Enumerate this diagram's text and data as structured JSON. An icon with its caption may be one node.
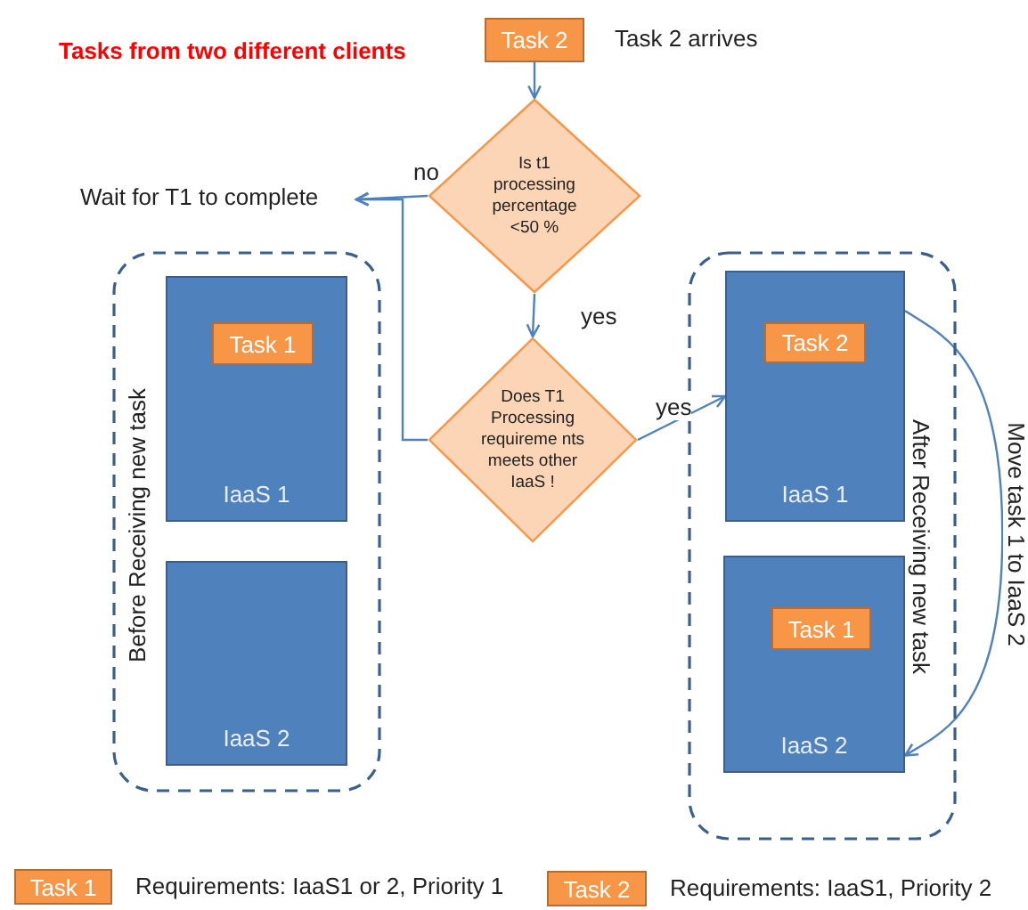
{
  "diagram": {
    "title": "Tasks from two different clients",
    "nodes": [
      {
        "text": [
          "Task 2"
        ],
        "beside": [
          "Task 2 arrives"
        ]
      },
      {
        "text": [
          "Is t1 processing percentage <50 %"
        ]
      },
      {
        "text": [
          "Wait for T1 to complete"
        ]
      },
      {
        "text": [
          "Does T1 Processing requireme nts meets other IaaS !"
        ]
      },
      {
        "text": [
          "Before Receiving new task"
        ]
      },
      {
        "text": [
          "IaaS 1"
        ],
        "in": 4
      },
      {
        "text": [
          "Task 1"
        ],
        "in": 5
      },
      {
        "text": [
          "IaaS 2"
        ],
        "in": 4
      },
      {
        "text": [
          "After Receiving new task"
        ]
      },
      {
        "text": [
          "IaaS 1"
        ],
        "in": 8
      },
      {
        "text": [
          "Task 2"
        ],
        "in": 9
      },
      {
        "text": [
          "IaaS 2"
        ],
        "in": 8
      },
      {
        "text": [
          "Task 1"
        ],
        "in": 11
      },
      {
        "text": [
          "Task 1"
        ],
        "beside": [
          "Requirements: IaaS1 or 2, Priority 1"
        ]
      },
      {
        "text": [
          "Task 2"
        ],
        "beside": [
          "Requirements: IaaS1, Priority 2"
        ]
      }
    ],
    "edges": [
      {
        "from": 0,
        "to": 1,
        "arrow": "to"
      },
      {
        "from": 1,
        "to": 2,
        "label": "no",
        "arrow": "to"
      },
      {
        "from": 3,
        "to": 2,
        "arrow": "to"
      },
      {
        "from": 1,
        "to": 3,
        "label": "yes",
        "arrow": "to"
      },
      {
        "from": 3,
        "to": 9,
        "label": "yes",
        "arrow": "to"
      },
      {
        "from": 9,
        "to": 11,
        "label": "Move task 1 to IaaS 2",
        "arrow": "to"
      }
    ]
  }
}
